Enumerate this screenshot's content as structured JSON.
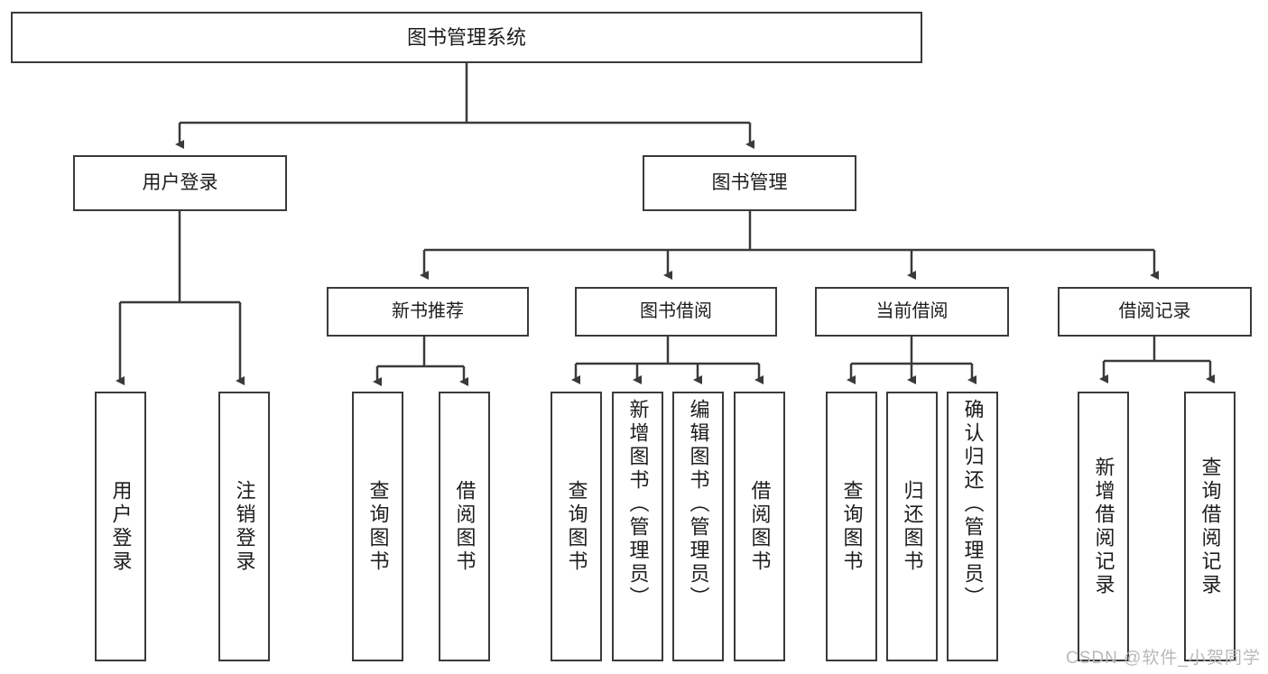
{
  "diagram": {
    "type": "tree-hierarchy-chart",
    "title": "图书管理系统",
    "stroke_color": "#3a3a3a",
    "background_color": "#ffffff",
    "text_color": "#1d1d1d",
    "root": {
      "id": "root",
      "label": "图书管理系统"
    },
    "level1": [
      {
        "id": "user-login",
        "label": "用户登录"
      },
      {
        "id": "book-management",
        "label": "图书管理"
      }
    ],
    "level2": [
      {
        "id": "new-book-recommend",
        "label": "新书推荐",
        "parent": "book-management"
      },
      {
        "id": "book-borrow",
        "label": "图书借阅",
        "parent": "book-management"
      },
      {
        "id": "current-borrow",
        "label": "当前借阅",
        "parent": "book-management"
      },
      {
        "id": "borrow-record",
        "label": "借阅记录",
        "parent": "book-management"
      }
    ],
    "leaves": [
      {
        "id": "leaf-user-login",
        "label": "用户登录",
        "parent": "user-login"
      },
      {
        "id": "leaf-user-logout",
        "label": "注销登录",
        "parent": "user-login"
      },
      {
        "id": "leaf-query-book-1",
        "label": "查询图书",
        "parent": "new-book-recommend"
      },
      {
        "id": "leaf-borrow-book-1",
        "label": "借阅图书",
        "parent": "new-book-recommend"
      },
      {
        "id": "leaf-query-book-2",
        "label": "查询图书",
        "parent": "book-borrow"
      },
      {
        "id": "leaf-add-book",
        "label": "新增图书（管理员）",
        "parent": "book-borrow"
      },
      {
        "id": "leaf-edit-book",
        "label": "编辑图书（管理员）",
        "parent": "book-borrow"
      },
      {
        "id": "leaf-borrow-book-2",
        "label": "借阅图书",
        "parent": "book-borrow"
      },
      {
        "id": "leaf-query-book-3",
        "label": "查询图书",
        "parent": "current-borrow"
      },
      {
        "id": "leaf-return-book",
        "label": "归还图书",
        "parent": "current-borrow"
      },
      {
        "id": "leaf-confirm-return",
        "label": "确认归还（管理员）",
        "parent": "current-borrow"
      },
      {
        "id": "leaf-add-record",
        "label": "新增借阅记录",
        "parent": "borrow-record"
      },
      {
        "id": "leaf-query-record",
        "label": "查询借阅记录",
        "parent": "borrow-record"
      }
    ]
  },
  "watermark": {
    "text": "CSDN @软件_小贺同学"
  }
}
